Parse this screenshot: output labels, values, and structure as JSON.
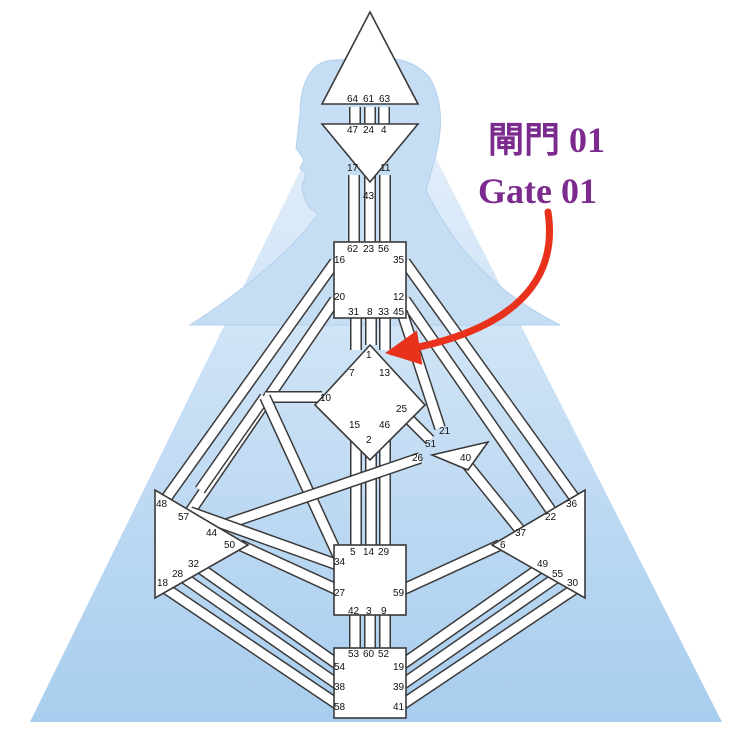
{
  "annotation": {
    "line1": "閘門 01",
    "line2": "Gate 01",
    "text_color": "#7b2a8e",
    "arrow_color": "#e8321c"
  },
  "colors": {
    "background_triangle_top": "#e6f1fb",
    "background_triangle_bottom": "#a9cdee",
    "silhouette": "#c6def4",
    "center_fill": "#ffffff",
    "outline": "#3a3a3a"
  },
  "gates": {
    "g64": "64",
    "g61": "61",
    "g63": "63",
    "g47": "47",
    "g24": "24",
    "g4": "4",
    "g17": "17",
    "g11": "11",
    "g43": "43",
    "g62": "62",
    "g23": "23",
    "g56": "56",
    "g16": "16",
    "g35": "35",
    "g20": "20",
    "g12": "12",
    "g31": "31",
    "g8": "8",
    "g33": "33",
    "g45": "45",
    "g1": "1",
    "g7": "7",
    "g13": "13",
    "g10": "10",
    "g25": "25",
    "g15": "15",
    "g46": "46",
    "g2": "2",
    "g21": "21",
    "g51": "51",
    "g26": "26",
    "g40": "40",
    "g48": "48",
    "g57": "57",
    "g44": "44",
    "g50": "50",
    "g36": "36",
    "g22": "22",
    "g37": "37",
    "g6": "6",
    "g34": "34",
    "g5": "5",
    "g14": "14",
    "g29": "29",
    "g32": "32",
    "g28": "28",
    "g18": "18",
    "g49": "49",
    "g55": "55",
    "g30": "30",
    "g27": "27",
    "g59": "59",
    "g42": "42",
    "g3": "3",
    "g9": "9",
    "g53": "53",
    "g60": "60",
    "g52": "52",
    "g54": "54",
    "g19": "19",
    "g38": "38",
    "g39": "39",
    "g58": "58",
    "g41": "41"
  }
}
